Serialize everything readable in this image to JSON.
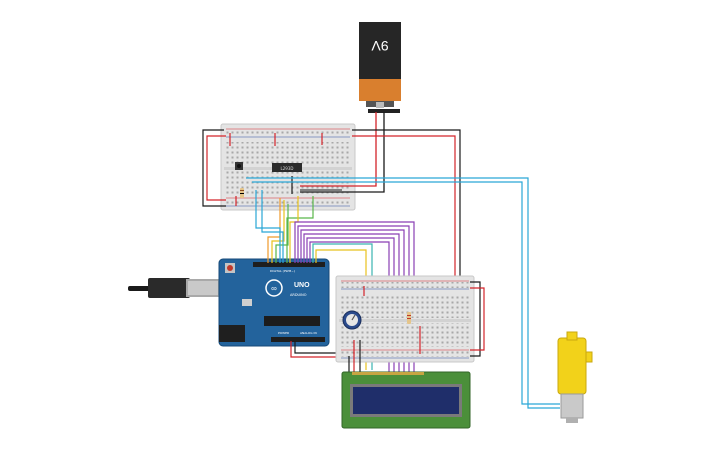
{
  "battery": {
    "label": "9V"
  },
  "arduino": {
    "model_label": "UNO",
    "brand_label": "ARDUINO",
    "digital_label": "DIGITAL (PWM~)",
    "power_label": "POWER",
    "analog_label": "ANALOG IN"
  },
  "chip": {
    "label": "L293D"
  },
  "colors": {
    "red_wire": "#d3242a",
    "black_wire": "#1a1a1a",
    "blue_wire": "#2aa7d6",
    "purple_wire": "#8a3fb5",
    "orange_wire": "#f19a2b",
    "yellow_wire": "#e8c21d",
    "green_wire": "#59b64a",
    "arduino_blue": "#23639c",
    "breadboard": "#e4e4e4",
    "battery_orange": "#d97f2e",
    "lcd_green": "#4b8f3a",
    "lcd_screen": "#1f2e6a",
    "motor_yellow": "#f2d21a"
  }
}
